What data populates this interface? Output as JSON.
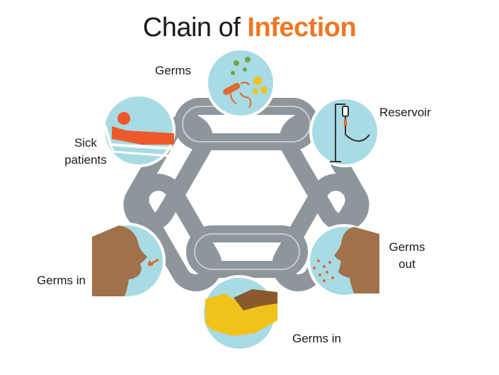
{
  "title": {
    "prefix": "Chain of",
    "accent": "Infection"
  },
  "nodes": [
    {
      "id": "germs",
      "lines": [
        "Germs"
      ]
    },
    {
      "id": "reservoir",
      "lines": [
        "Reservoir"
      ]
    },
    {
      "id": "germs-out",
      "lines": [
        "Germs",
        "out"
      ]
    },
    {
      "id": "germs-in-bottom",
      "lines": [
        "Germs in"
      ]
    },
    {
      "id": "germs-in-left",
      "lines": [
        "Germs in"
      ]
    },
    {
      "id": "sick-patients",
      "lines": [
        "Sick",
        "patients"
      ]
    }
  ],
  "colors": {
    "accent": "#ee7723",
    "circle_fill": "#a8dbe3",
    "chain_fill": "#8e969c",
    "chain_stroke": "#ffffff",
    "skin": "#a0714a",
    "patient": "#ec5a2b",
    "germ_green": "#69a846",
    "germ_yellow": "#f2c21c",
    "germ_orange": "#e06a2f",
    "hand_yellow": "#f2c21c"
  }
}
